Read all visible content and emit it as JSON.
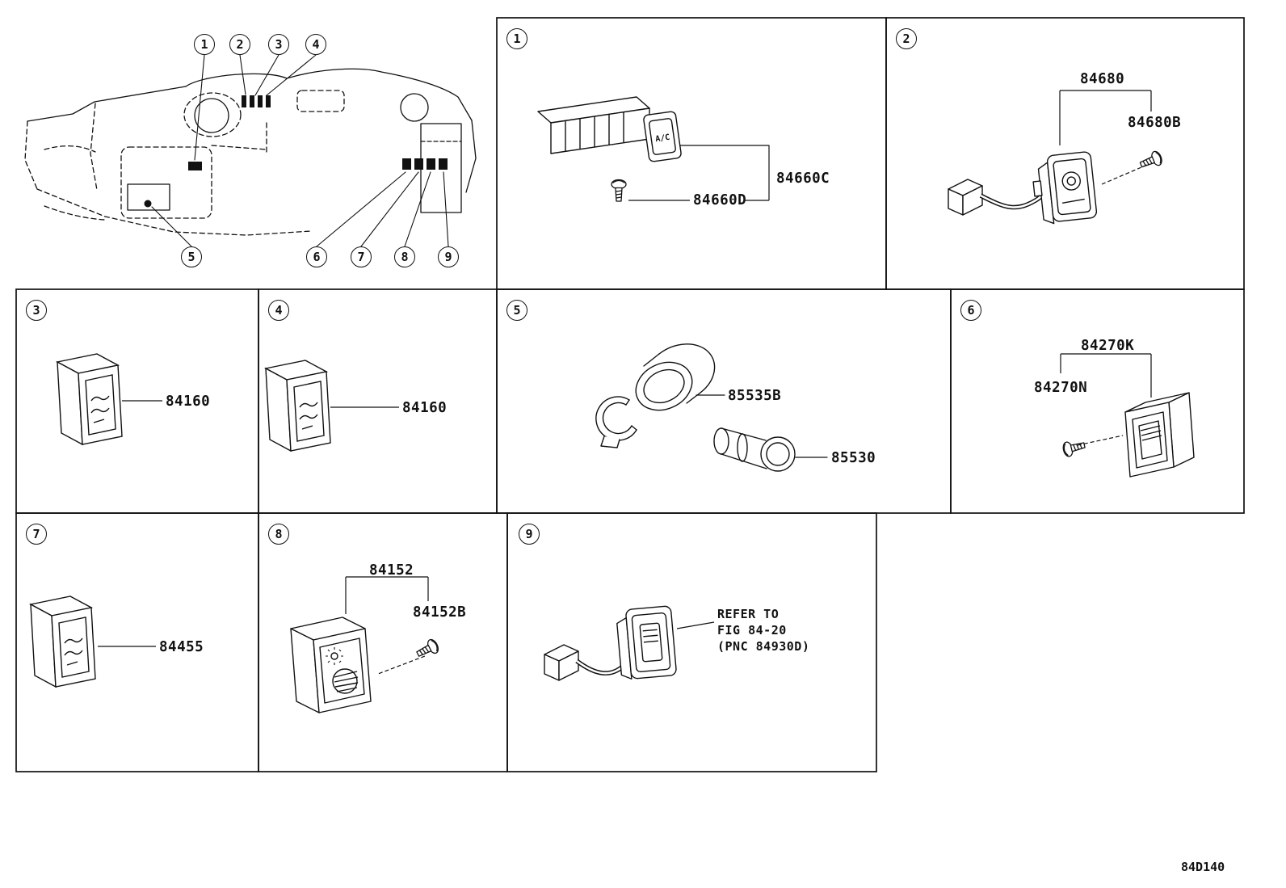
{
  "diagram_id": "84D140",
  "overview": {
    "callouts": [
      "1",
      "2",
      "3",
      "4",
      "5",
      "6",
      "7",
      "8",
      "9"
    ]
  },
  "panels": [
    {
      "num": "1",
      "switch_text": "A/C",
      "part_labels": {
        "a": "84660C",
        "b": "84660D"
      }
    },
    {
      "num": "2",
      "part_labels": {
        "a": "84680",
        "b": "84680B"
      }
    },
    {
      "num": "3",
      "part_labels": {
        "a": "84160"
      }
    },
    {
      "num": "4",
      "part_labels": {
        "a": "84160"
      }
    },
    {
      "num": "5",
      "part_labels": {
        "a": "85535B",
        "b": "85530"
      }
    },
    {
      "num": "6",
      "part_labels": {
        "a": "84270K",
        "b": "84270N"
      }
    },
    {
      "num": "7",
      "part_labels": {
        "a": "84455"
      }
    },
    {
      "num": "8",
      "part_labels": {
        "a": "84152",
        "b": "84152B"
      }
    },
    {
      "num": "9",
      "note_lines": {
        "l1": "REFER TO",
        "l2": "FIG 84-20",
        "l3": "(PNC 84930D)"
      }
    }
  ]
}
